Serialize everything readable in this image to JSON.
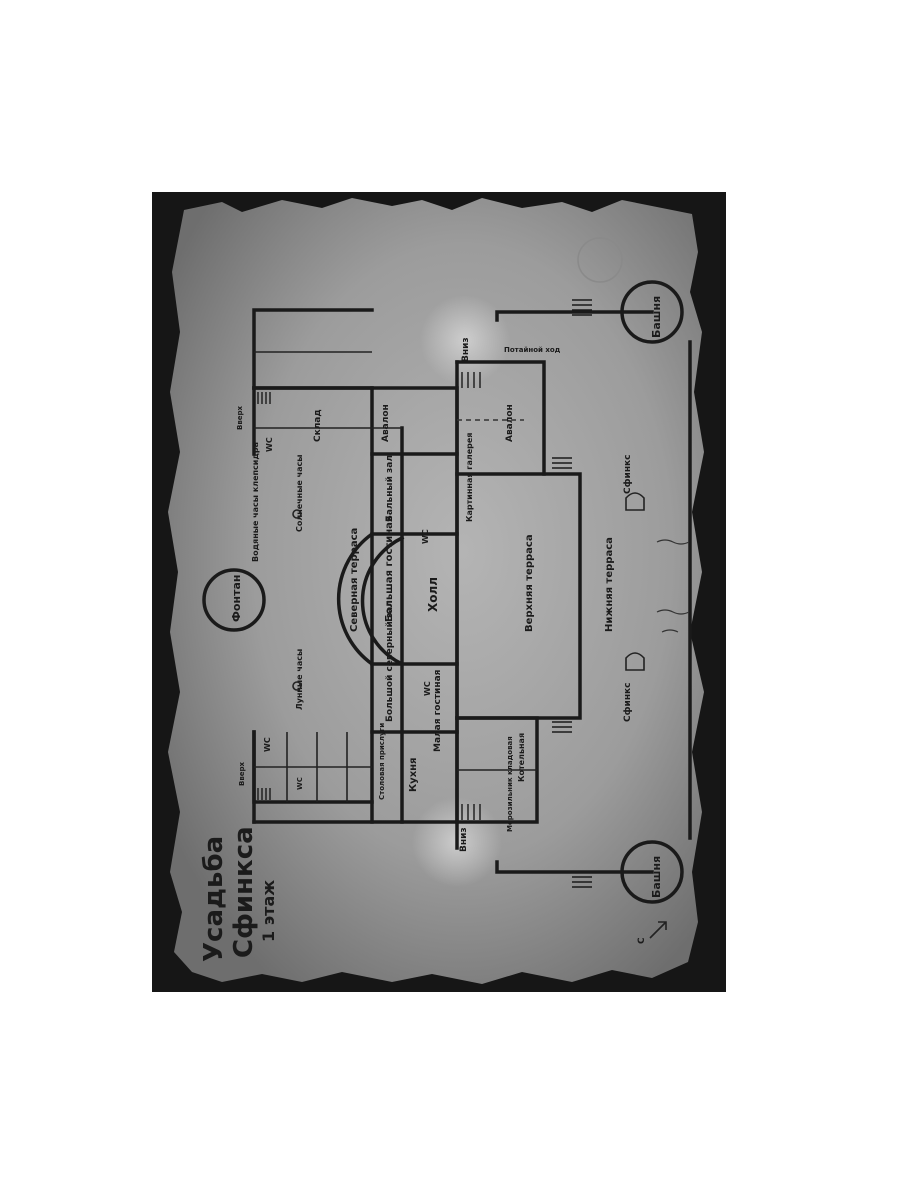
{
  "title": {
    "line1": "Усадьба",
    "line2": "Сфинкса",
    "line3": "1 этаж"
  },
  "rooms": {
    "bolshaya_gostinaya": "Большая гостиная",
    "severnaya_terrasa": "Северная терраса",
    "holl": "Холл",
    "verhnyaya_terrasa": "Верхняя терраса",
    "nizhnyaya_terrasa": "Нижняя терраса",
    "bolshoy_severny_zal": "Большой северный зал",
    "balny_zal": "Бальный зал",
    "malaya_gostinaya": "Малая гостиная",
    "kotelnaya": "Котельная",
    "kuhnya": "Кухня",
    "stolovaya_prislugi": "Столовая прислуги",
    "morozilnik_kladovaya": "Морозильник кладовая",
    "kartinnaya_galereya": "Картинная галерея",
    "avalon_1": "Авалон",
    "avalon_2": "Авалон",
    "sklad": "Склад",
    "wc_1": "WC",
    "wc_2": "WC",
    "wc_3": "WC",
    "wc_4": "WC",
    "wc_5": "WC",
    "bashnya_left": "Башня",
    "bashnya_right": "Башня",
    "fontan": "Фонтан",
    "sfinks_left": "Сфинкс",
    "sfinks_right": "Сфинкс"
  },
  "labels": {
    "vodyanye_chasy": "Водяные часы клепсидра",
    "solnechnye_chasy": "Солнечные часы",
    "lunnye_chasy": "Лунные часы",
    "vniz_left": "Вниз",
    "vniz_right": "Вниз",
    "vverh_left": "Вверх",
    "vverh_right": "Вверх",
    "potayny_hod": "Потайной ход",
    "compass": "С"
  },
  "colors": {
    "frame": "#161616",
    "paper": "#9a9a9a",
    "ink": "#1a1a1a"
  }
}
